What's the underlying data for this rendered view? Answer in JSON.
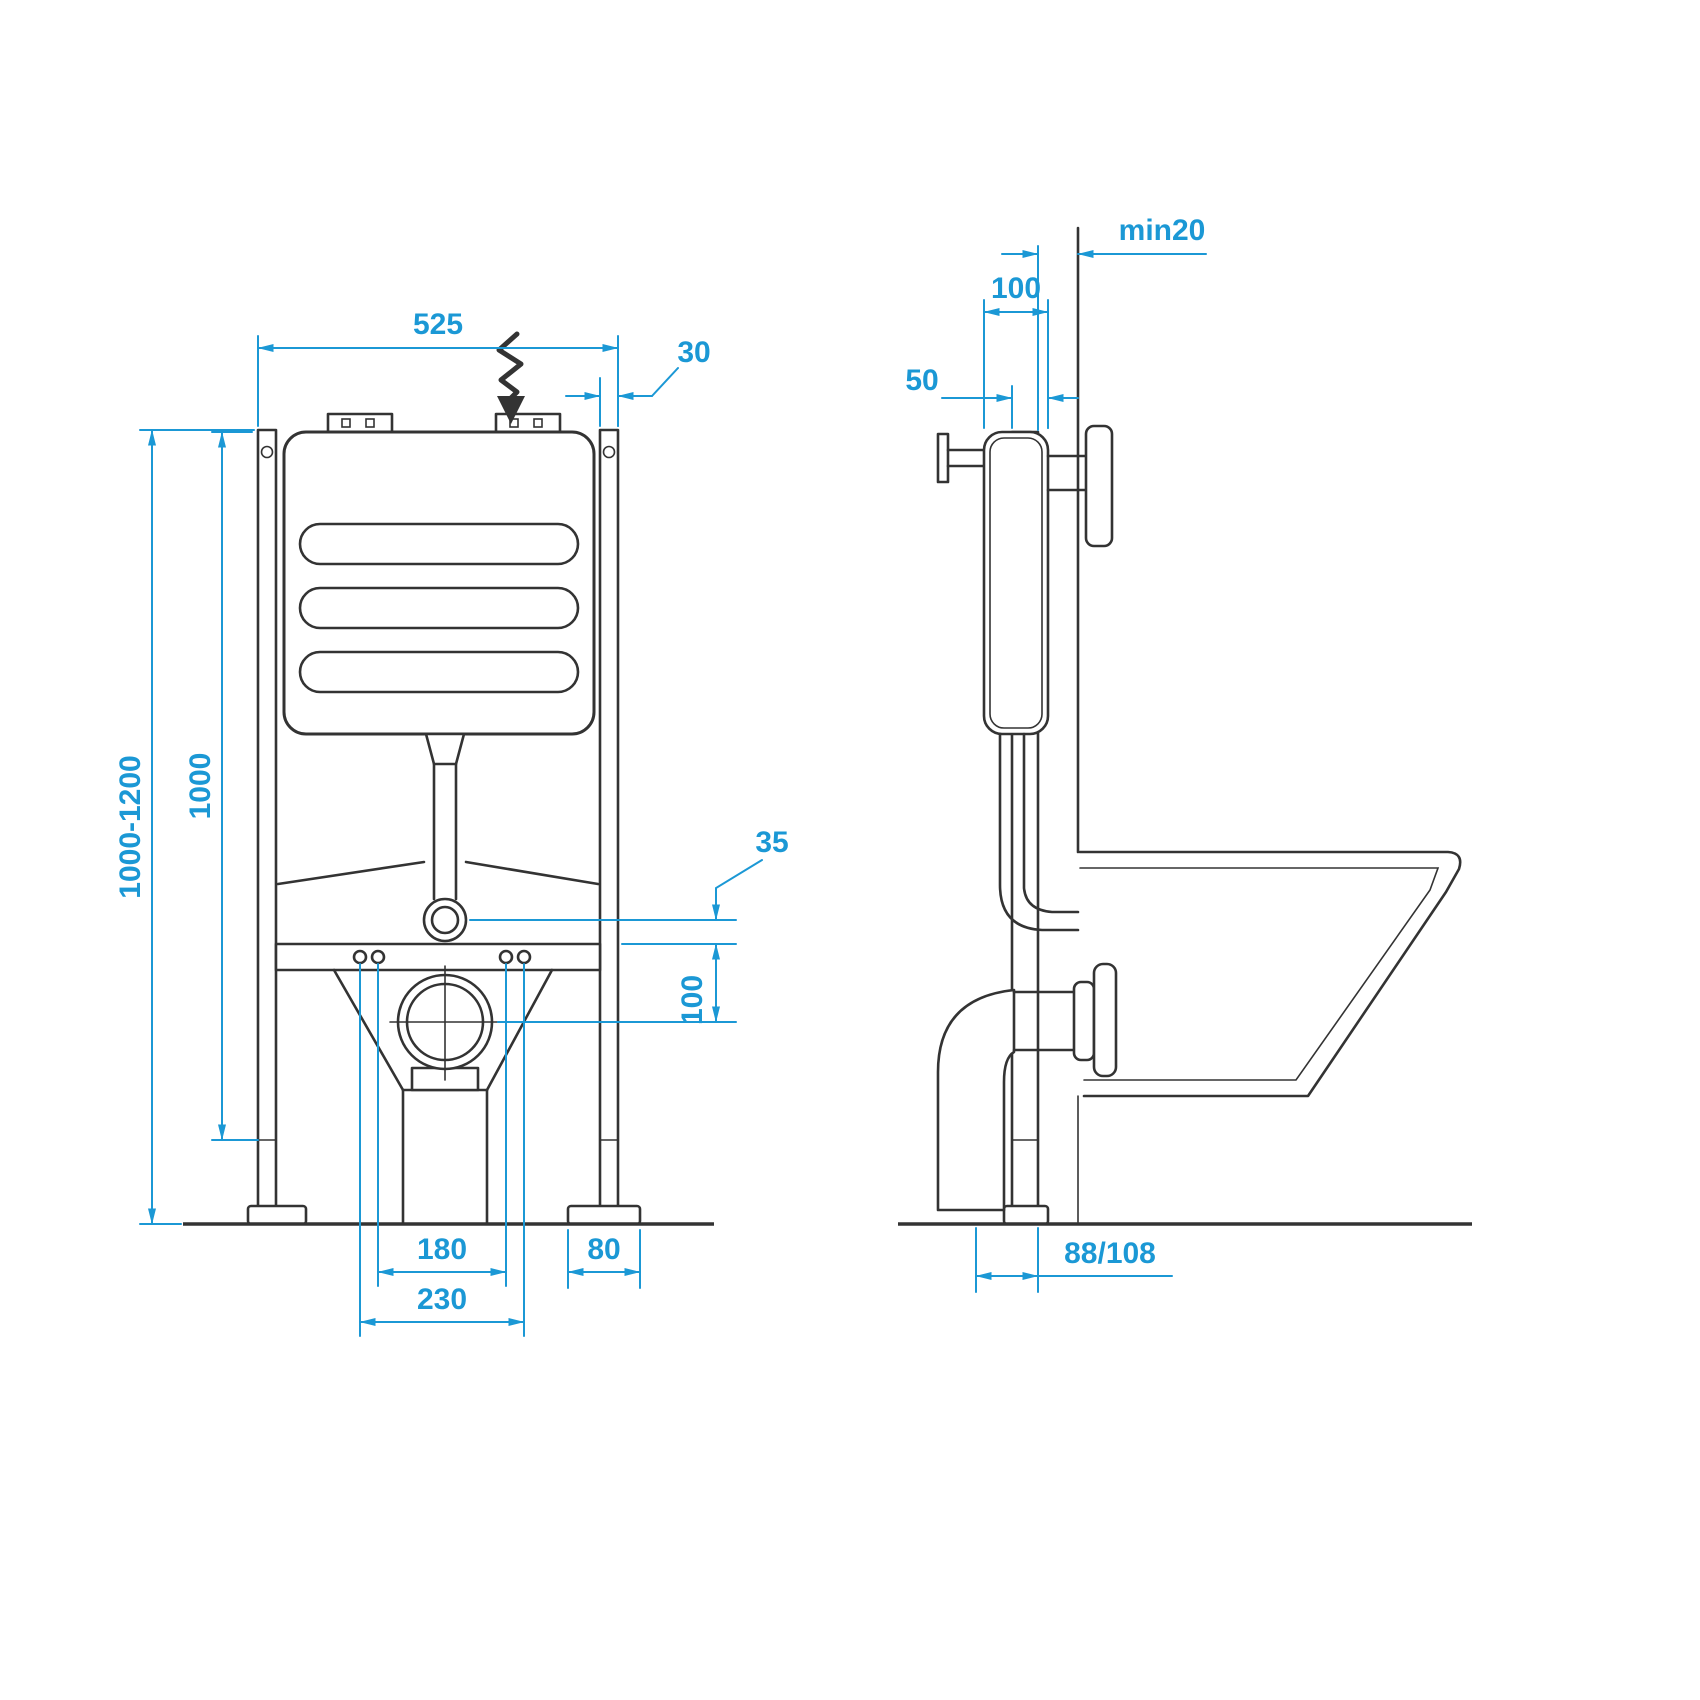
{
  "drawing": {
    "subject": "concealed-cistern-frame-installation-diagram",
    "colors": {
      "outline": "#333333",
      "dimension": "#1b98d5",
      "background": "#ffffff"
    },
    "icons": {
      "water_supply": "zigzag-arrow-down-icon"
    },
    "front": {
      "dims": {
        "width": "525",
        "profile": "30",
        "height_range": "1000-1200",
        "height": "1000",
        "pipe_offset": "35",
        "outlet_drop": "100",
        "inner_centres": "180",
        "foot_width": "80",
        "outer_centres": "230"
      }
    },
    "side": {
      "dims": {
        "min_wall": "min20",
        "cistern_depth": "100",
        "front_gap": "50",
        "outlet_depth": "88/108"
      }
    }
  }
}
